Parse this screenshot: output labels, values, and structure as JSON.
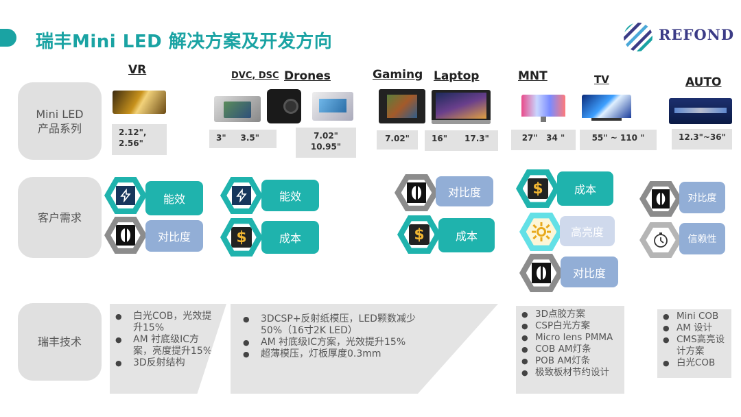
{
  "title": "瑞丰Mini LED 解决方案及开发方向",
  "logo_text": "REFOND",
  "rows": {
    "products": "Mini LED\n产品系列",
    "needs": "客户需求",
    "tech": "瑞丰技术"
  },
  "categories": {
    "vr": "VR",
    "dvc": "DVC, DSC",
    "drones": "Drones",
    "gaming": "Gaming",
    "laptop": "Laptop",
    "mnt": "MNT",
    "tv": "TV",
    "auto": "AUTO"
  },
  "sizes": {
    "vr": "2.12\",\n2.56\"",
    "dvc": "3\"     3.5\"",
    "drones": "7.02\"\n10.95\"",
    "gaming": "7.02\"",
    "laptop": "16\"      17.3\"",
    "mnt": "27\"   34 \"",
    "tv": "55\" ~ 110 \"",
    "auto": "12.3\"~36\""
  },
  "needs": {
    "energy": "能效",
    "contrast": "对比度",
    "cost": "成本",
    "brightness": "高亮度",
    "reliability": "信赖性"
  },
  "tech": {
    "vr": [
      "白光COB，光效提升15%",
      "AM 衬底级IC方案，亮度提升15%",
      "3D反射结构"
    ],
    "mid": [
      "3DCSP+反射纸模压，LED颗数减少50%（16寸2K LED）",
      "AM 衬底级IC方案，光效提升15%",
      "超薄模压，灯板厚度0.3mm"
    ],
    "mnt": [
      "3D点胶方案",
      "CSP白光方案",
      "Micro lens PMMA",
      "COB AM灯条",
      "POB AM灯条",
      "极致板材节约设计"
    ],
    "auto": [
      "Mini COB",
      "AM 设计",
      "CMS高亮设计方案",
      "白光COB"
    ]
  },
  "colors": {
    "accent": "#1aa3a3",
    "teal": "#1fb3ad",
    "blue": "#92aed6",
    "gray": "#e0e0e0",
    "logo": "#3b3b86"
  }
}
